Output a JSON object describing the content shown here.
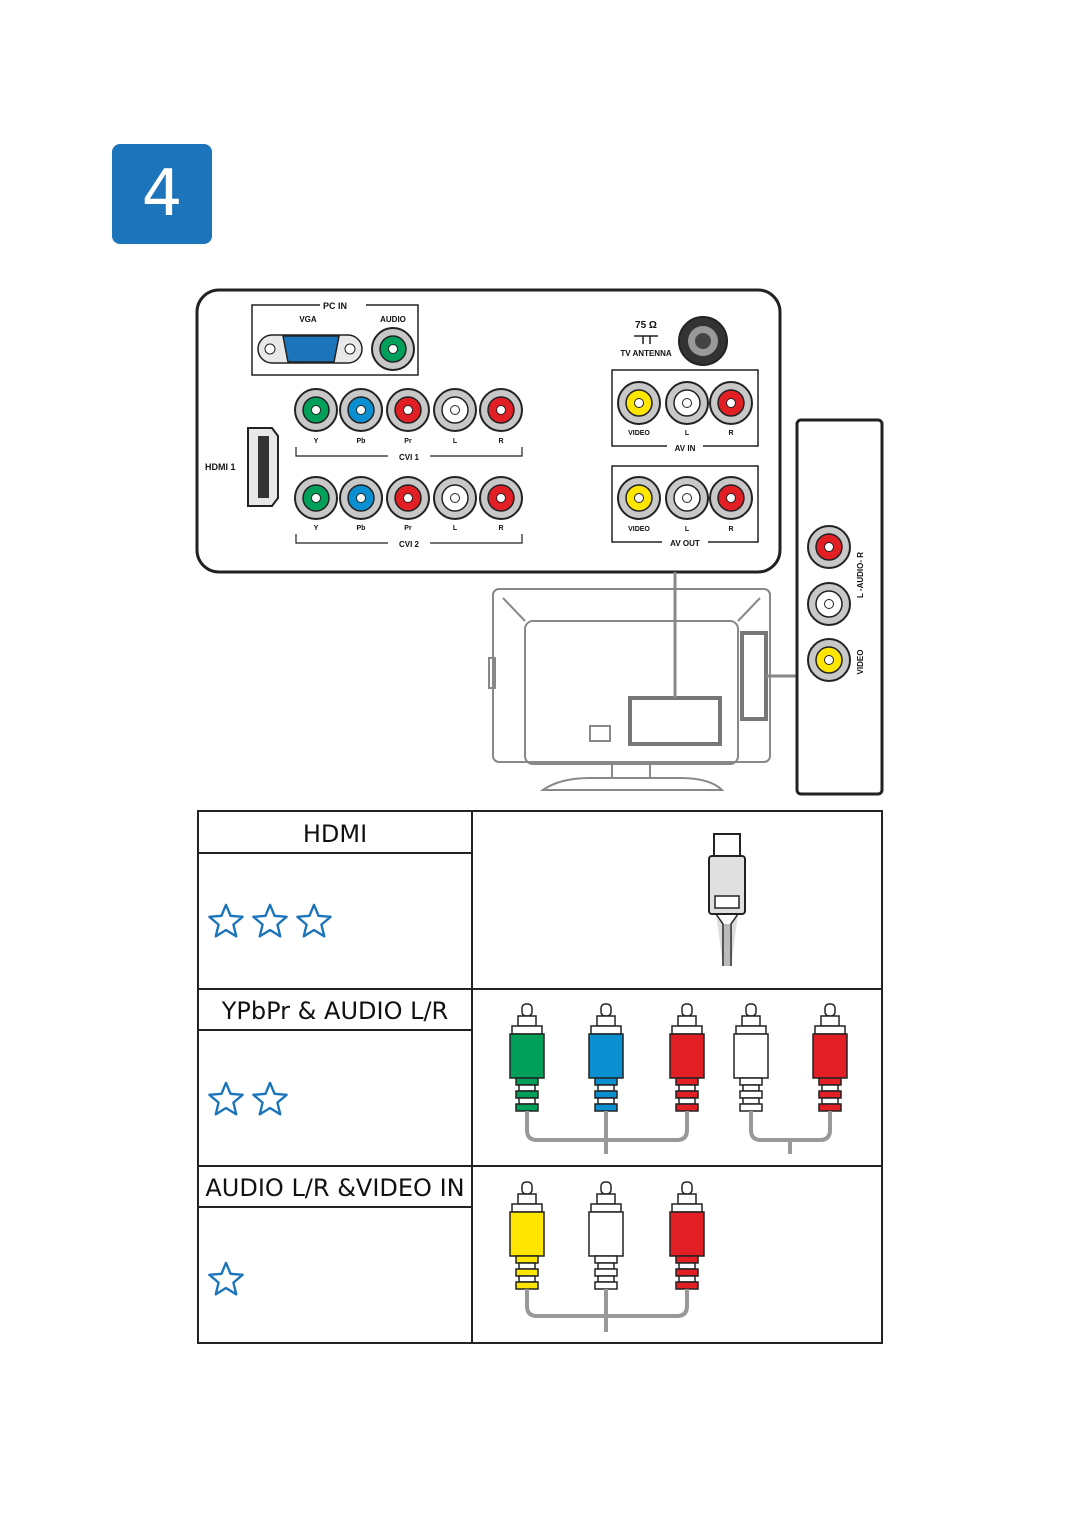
{
  "step_number": "4",
  "tv_panel": {
    "pc_in": "PC IN",
    "vga": "VGA",
    "audio": "AUDIO",
    "impedance": "75 Ω",
    "tv_antenna": "TV ANTENNA",
    "hdmi1": "HDMI 1",
    "cvi1": "CVI 1",
    "cvi2": "CVI 2",
    "cvi_labels": [
      "Y",
      "Pb",
      "Pr",
      "L",
      "R"
    ],
    "av_in": "AV IN",
    "av_out": "AV OUT",
    "av_labels": [
      "VIDEO",
      "L",
      "R"
    ]
  },
  "side_panel": {
    "audio_label": "L -AUDIO- R",
    "video_label": "VIDEO"
  },
  "table": {
    "rows": [
      {
        "title": "HDMI",
        "stars": 3
      },
      {
        "title": "YPbPr & AUDIO L/R",
        "stars": 2
      },
      {
        "title": "AUDIO L/R &VIDEO IN",
        "stars": 1
      }
    ]
  },
  "colors": {
    "badge": "#1c74bb",
    "star": "#1c74bb",
    "green": "#00a05a",
    "blue": "#0a8fd0",
    "red": "#e31f26",
    "yellow": "#ffe600",
    "white": "#ffffff",
    "gray": "#c8c8c8"
  }
}
